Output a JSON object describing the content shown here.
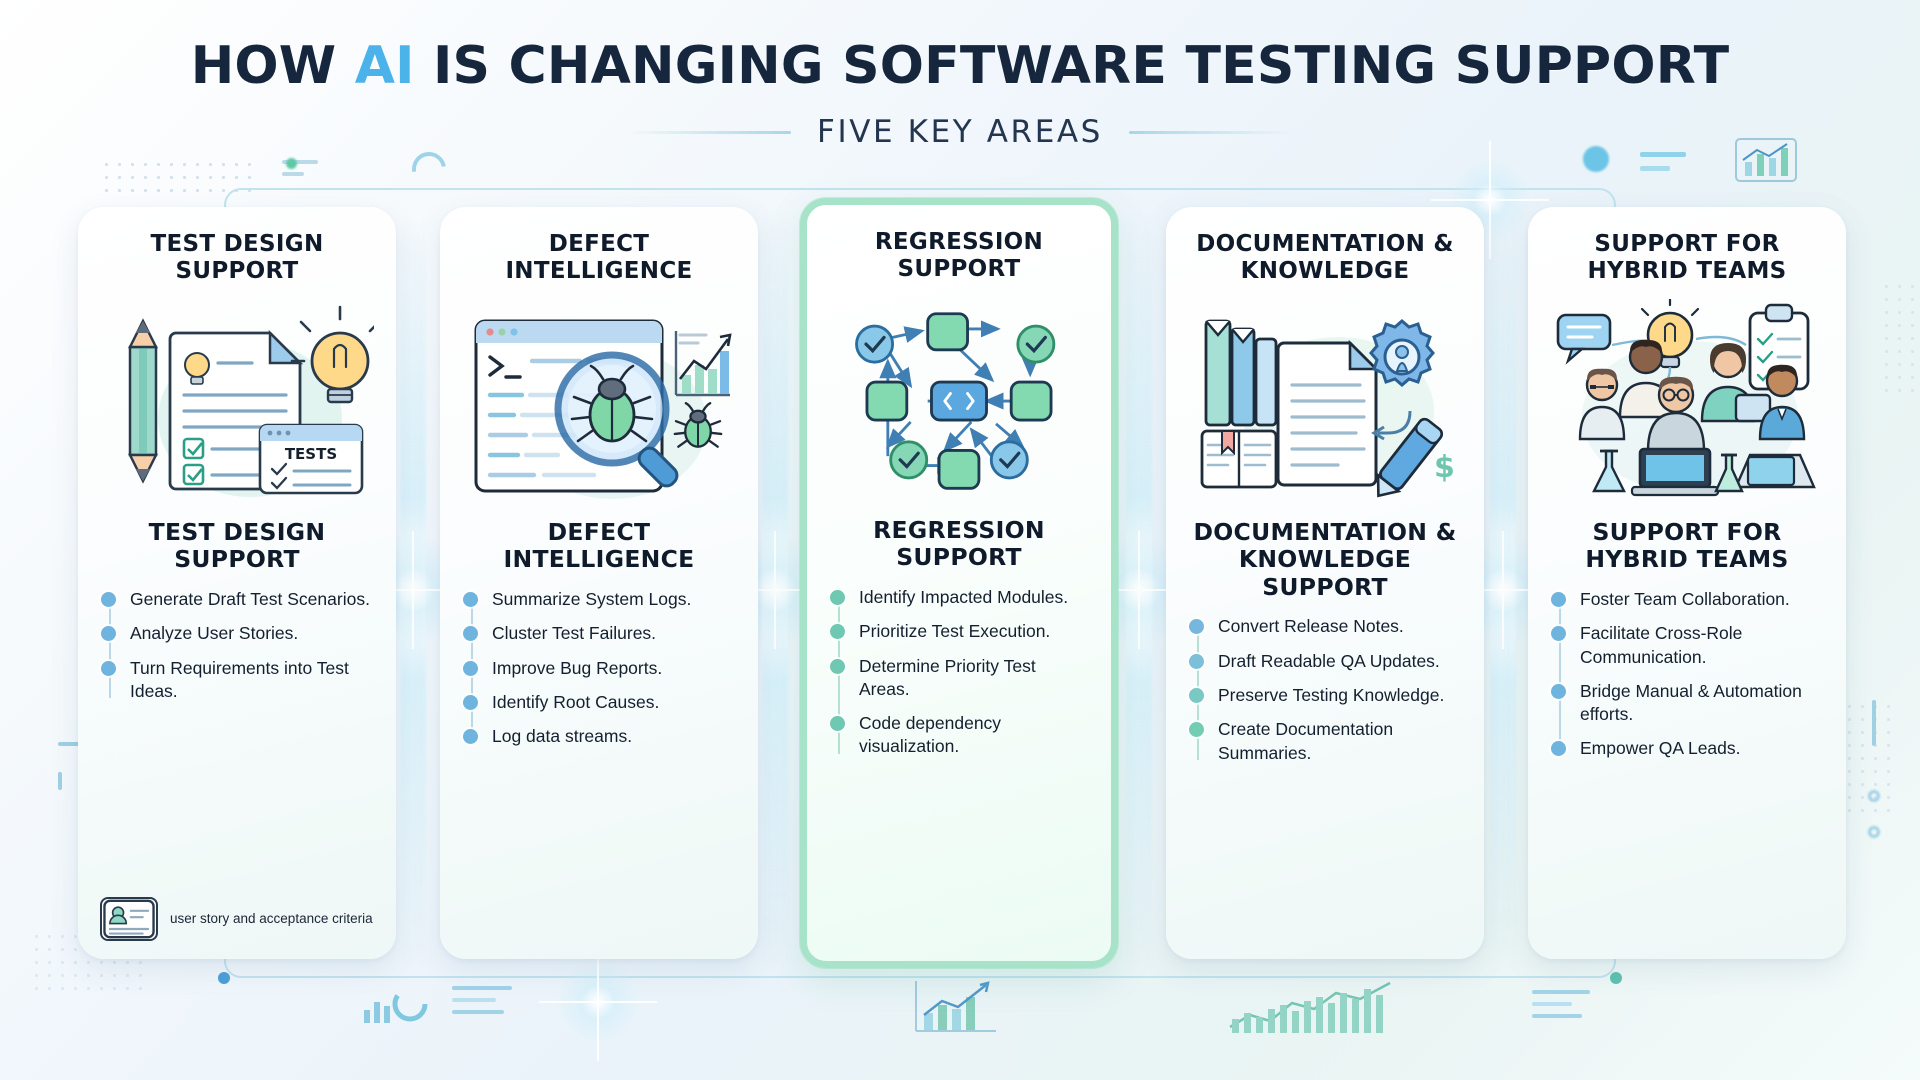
{
  "header": {
    "title_part1": "HOW ",
    "title_ai": "AI",
    "title_part2": " IS CHANGING SOFTWARE TESTING SUPPORT",
    "subtitle": "FIVE KEY AREAS"
  },
  "theme": {
    "accent_blue": "#4cb3ea",
    "title_navy": "#15263d",
    "bullet_blue": "#6fb4de",
    "bullet_green": "#6ec8b2",
    "featured_border": "#a6e3c8",
    "card_bg": "#ffffff",
    "page_bg": "#eaf3fa"
  },
  "cards": [
    {
      "heading": "TEST DESIGN SUPPORT",
      "subheading": "TEST DESIGN SUPPORT",
      "icon": "document-checklist-pencil-lightbulb-icon",
      "art_label": "TESTS",
      "featured": false,
      "bullets": [
        "Generate Draft Test Scenarios.",
        "Analyze User Stories.",
        "Turn Requirements into Test Ideas."
      ],
      "badge": {
        "icon": "user-card-icon",
        "text": "user story and acceptance criteria"
      }
    },
    {
      "heading": "DEFECT INTELLIGENCE",
      "subheading": "DEFECT INTELLIGENCE",
      "icon": "magnifier-bug-code-window-icon",
      "featured": false,
      "bullets": [
        "Summarize System Logs.",
        "Cluster Test Failures.",
        "Improve Bug Reports.",
        "Identify Root Causes.",
        "Log data streams."
      ]
    },
    {
      "heading": "REGRESSION SUPPORT",
      "subheading": "REGRESSION SUPPORT",
      "icon": "dependency-graph-icon",
      "featured": true,
      "bullets": [
        "Identify Impacted Modules.",
        "Prioritize Test Execution.",
        "Determine Priority Test Areas.",
        "Code dependency visualization."
      ]
    },
    {
      "heading": "DOCUMENTATION & KNOWLEDGE",
      "subheading": "DOCUMENTATION & KNOWLEDGE SUPPORT",
      "icon": "books-document-gear-pen-icon",
      "featured": false,
      "bullets": [
        "Convert Release Notes.",
        "Draft Readable QA Updates.",
        "Preserve Testing Knowledge.",
        "Create Documentation Summaries."
      ]
    },
    {
      "heading": "SUPPORT FOR HYBRID TEAMS",
      "subheading": "SUPPORT FOR HYBRID TEAMS",
      "icon": "team-collaboration-icon",
      "featured": false,
      "bullets": [
        "Foster Team Collaboration.",
        "Facilitate Cross-Role Communication.",
        "Bridge Manual & Automation efforts.",
        "Empower QA Leads."
      ]
    }
  ]
}
